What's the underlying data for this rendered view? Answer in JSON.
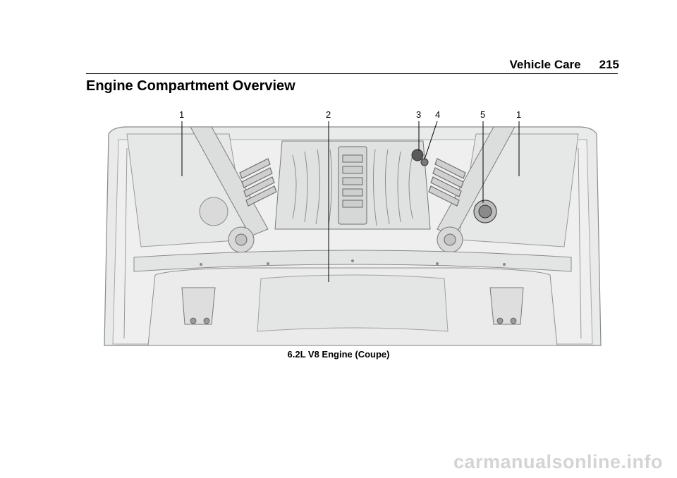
{
  "header": {
    "section": "Vehicle Care",
    "page_number": "215"
  },
  "title": "Engine Compartment Overview",
  "figure": {
    "caption": "6.2L V8 Engine (Coupe)",
    "callouts": [
      "1",
      "2",
      "3",
      "4",
      "5",
      "1"
    ]
  },
  "watermark": "carmanualsonline.info"
}
